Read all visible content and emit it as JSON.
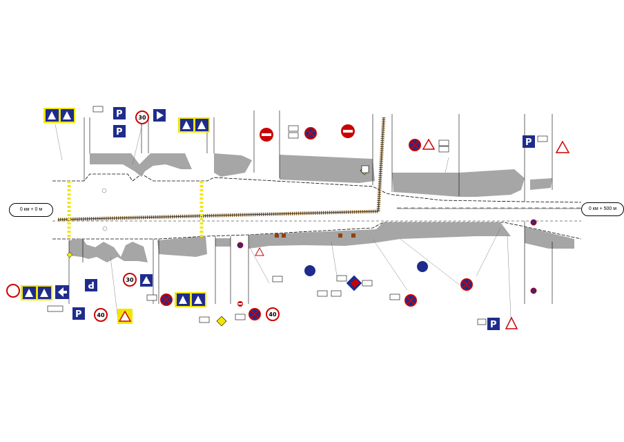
{
  "km_start": "0 км + 0 м",
  "km_end": "0 км + 500 м",
  "colors": {
    "road": "#a6a6a6",
    "sign_blue": "#1f2c8c",
    "sign_red": "#cc0000",
    "crossing_yellow": "#f2e600",
    "rail": "#7a5a20"
  },
  "speed_signs": [
    "30",
    "40",
    "30",
    "40"
  ],
  "icons": [
    "pedestrian-crossing-sign",
    "parking-sign",
    "no-stopping-sign",
    "no-entry-sign",
    "main-road-sign",
    "speed-limit-sign",
    "railway-crossing-sign"
  ]
}
